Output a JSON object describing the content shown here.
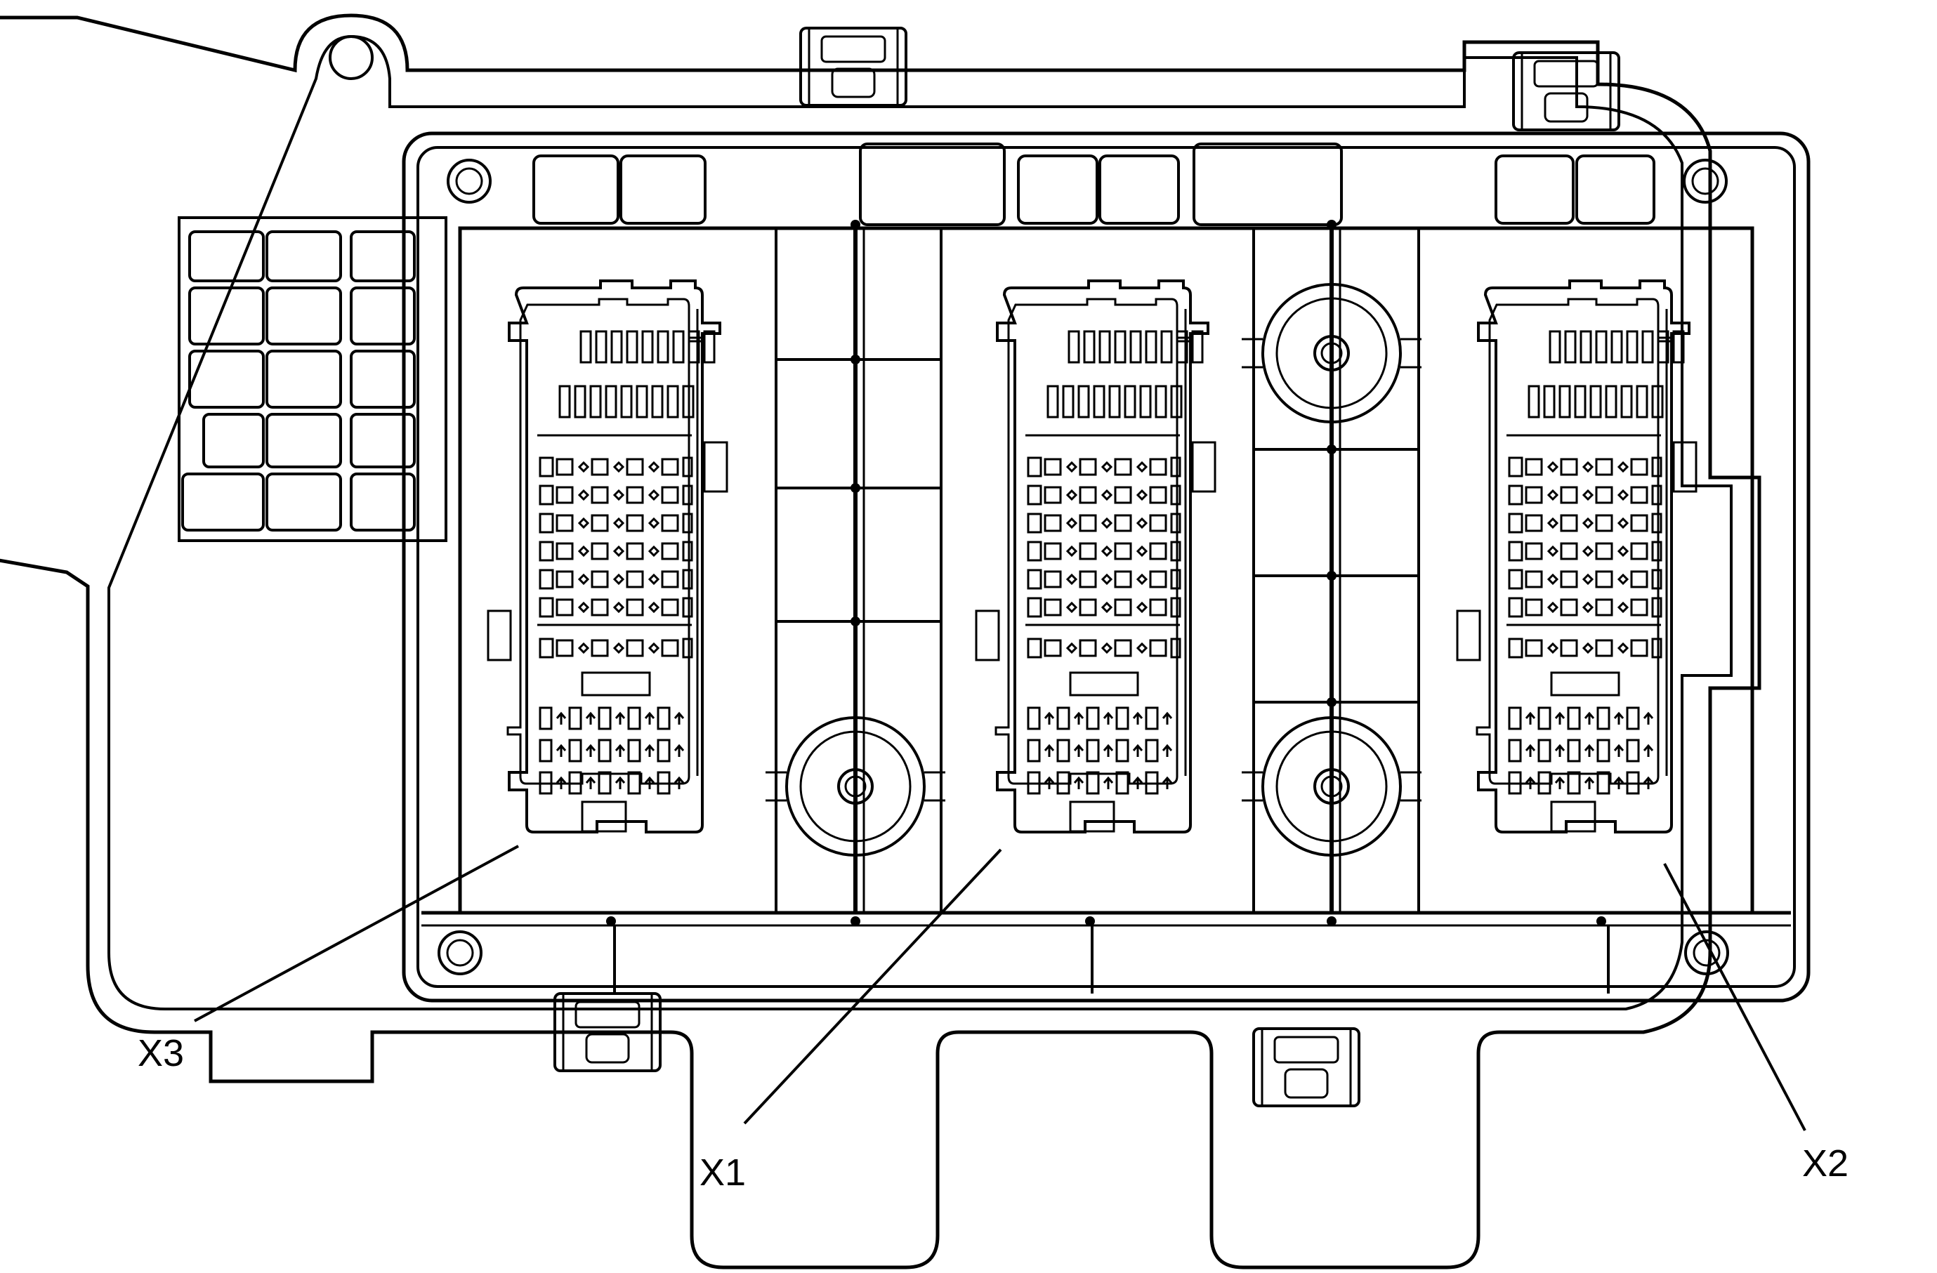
{
  "diagram": {
    "connectors": [
      {
        "id": "x3",
        "label": "X3"
      },
      {
        "id": "x1",
        "label": "X1"
      },
      {
        "id": "x2",
        "label": "X2"
      }
    ]
  }
}
